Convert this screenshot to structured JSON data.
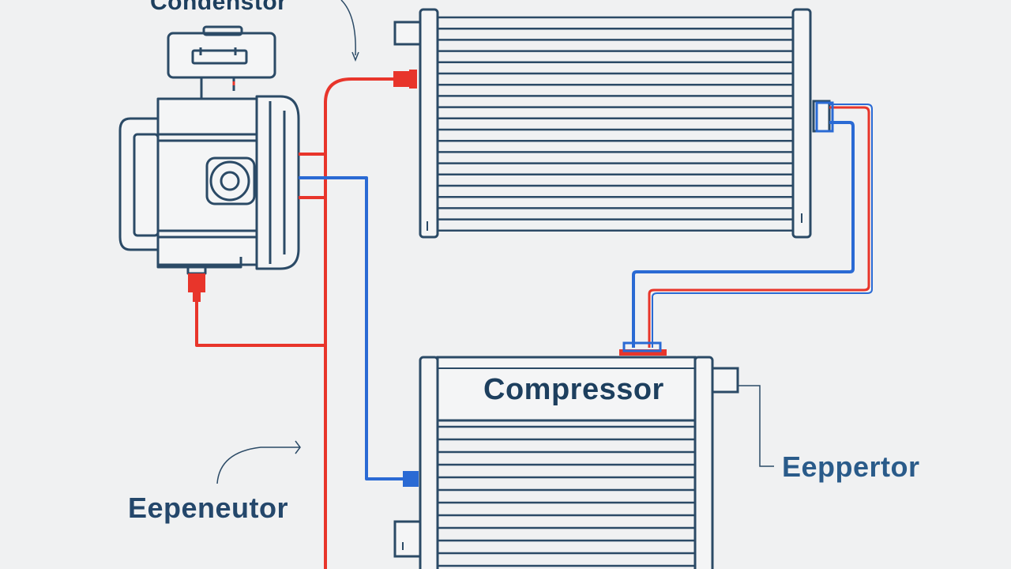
{
  "labels": {
    "top": "Condenstor",
    "compressor": "Compressor",
    "right": "Eeppertor",
    "left": "Eepeneutor"
  },
  "colors": {
    "background": "#f0f1f2",
    "outline": "#2b4a66",
    "hot_line": "#e8352b",
    "cold_line": "#2a6ad4",
    "label_text": "#1d3f5e"
  }
}
